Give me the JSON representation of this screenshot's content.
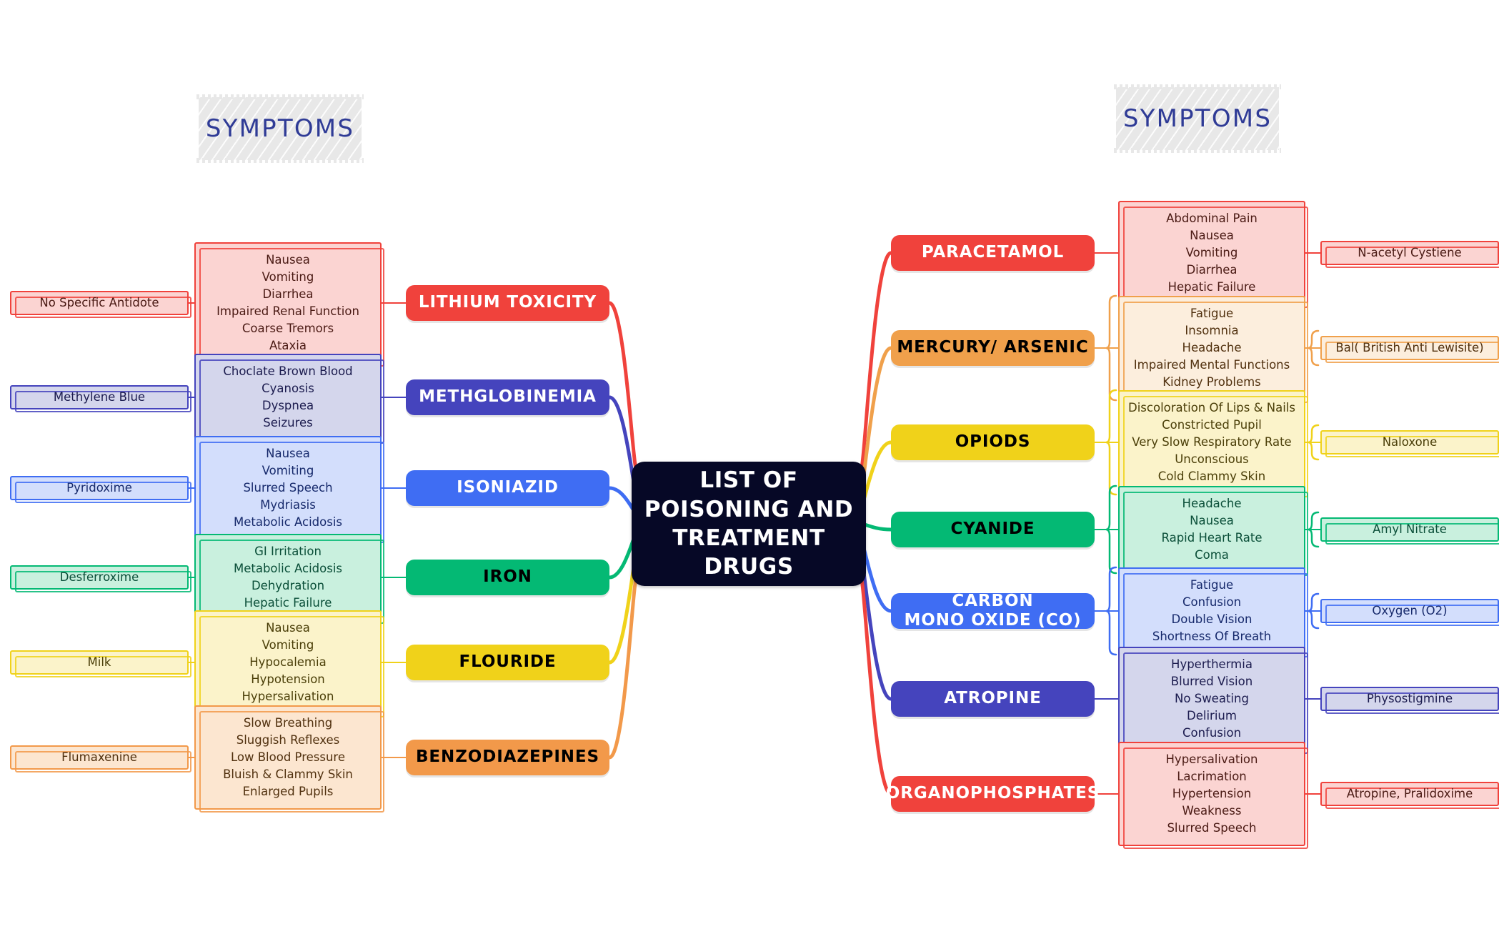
{
  "title": "LIST OF\nPOISONING AND\nTREATMENT\nDRUGS",
  "center": {
    "lines": [
      "LIST OF",
      "POISONING AND",
      "TREATMENT",
      "DRUGS"
    ],
    "bg": "#060826",
    "text": "#ffffff"
  },
  "headers": {
    "left": "SYMPTOMS",
    "right": "SYMPTOMS"
  },
  "left_branches": [
    {
      "name": "LITHIUM TOXICITY",
      "color": "#f0423c",
      "pill_text": "#ffffff",
      "sym_bg": "#fbd4d2",
      "sym_border": "#f0423c",
      "sym_text": "#4a1a14",
      "symptoms": [
        "Nausea",
        "Vomiting",
        "Diarrhea",
        "Impaired Renal Function",
        "Coarse Tremors",
        "Ataxia"
      ],
      "antidote": "No Specific Antidote",
      "ant_bg": "#fbd4d2",
      "ant_border": "#f0423c",
      "ant_text": "#4a1a14"
    },
    {
      "name": "METHGLOBINEMIA",
      "color": "#4544bd",
      "pill_text": "#ffffff",
      "sym_bg": "#d4d6ec",
      "sym_border": "#4544bd",
      "sym_text": "#1b1b4e",
      "symptoms": [
        "Choclate Brown Blood",
        "Cyanosis",
        "Dyspnea",
        "Seizures"
      ],
      "antidote": "Methylene Blue",
      "ant_bg": "#d4d6ec",
      "ant_border": "#4544bd",
      "ant_text": "#1b1b4e"
    },
    {
      "name": "ISONIAZID",
      "color": "#3f6df3",
      "pill_text": "#ffffff",
      "sym_bg": "#d3defc",
      "sym_border": "#3f6df3",
      "sym_text": "#16296b",
      "symptoms": [
        "Nausea",
        "Vomiting",
        "Slurred Speech",
        "Mydriasis",
        "Metabolic Acidosis"
      ],
      "antidote": "Pyridoxime",
      "ant_bg": "#d3defc",
      "ant_border": "#3f6df3",
      "ant_text": "#16296b"
    },
    {
      "name": "IRON",
      "color": "#04b974",
      "pill_text": "#000000",
      "sym_bg": "#c9f0de",
      "sym_border": "#04b974",
      "sym_text": "#0a4e38",
      "symptoms": [
        "GI Irritation",
        "Metabolic Acidosis",
        "Dehydration",
        "Hepatic Failure"
      ],
      "antidote": "Desferroxime",
      "ant_bg": "#c9f0de",
      "ant_border": "#04b974",
      "ant_text": "#0a4e38"
    },
    {
      "name": "FLOURIDE",
      "color": "#f0d21a",
      "pill_text": "#000000",
      "sym_bg": "#fbf3ca",
      "sym_border": "#f0d21a",
      "sym_text": "#4a3e08",
      "symptoms": [
        "Nausea",
        "Vomiting",
        "Hypocalemia",
        "Hypotension",
        "Hypersalivation"
      ],
      "antidote": "Milk",
      "ant_bg": "#fbf3ca",
      "ant_border": "#f0d21a",
      "ant_text": "#4a3e08"
    },
    {
      "name": "BENZODIAZEPINES",
      "color": "#f2994a",
      "pill_text": "#000000",
      "sym_bg": "#fce6d0",
      "sym_border": "#f2994a",
      "sym_text": "#50300e",
      "symptoms": [
        "Slow Breathing",
        "Sluggish Reflexes",
        "Low Blood Pressure",
        "Bluish & Clammy Skin",
        "Enlarged Pupils"
      ],
      "antidote": "Flumaxenine",
      "ant_bg": "#fce6d0",
      "ant_border": "#f2994a",
      "ant_text": "#50300e"
    }
  ],
  "right_branches": [
    {
      "name": "PARACETAMOL",
      "color": "#f0423c",
      "pill_text": "#ffffff",
      "sym_bg": "#fbd4d2",
      "sym_border": "#f0423c",
      "sym_text": "#4a1a14",
      "symptoms": [
        "Abdominal Pain",
        "Nausea",
        "Vomiting",
        "Diarrhea",
        "Hepatic Failure"
      ],
      "antidote": "N-acetyl Cystiene",
      "ant_bg": "#fbd4d2",
      "ant_border": "#f0423c",
      "ant_text": "#4a1a14",
      "brace": false
    },
    {
      "name": "MERCURY/ ARSENIC",
      "color": "#f0a04b",
      "pill_text": "#000000",
      "sym_bg": "#fceedd",
      "sym_border": "#f0a04b",
      "sym_text": "#50300e",
      "symptoms": [
        "Fatigue",
        "Insomnia",
        "Headache",
        "Impaired Mental Functions",
        "Kidney Problems"
      ],
      "antidote": "Bal( British Anti Lewisite)",
      "ant_bg": "#fceedd",
      "ant_border": "#f0a04b",
      "ant_text": "#50300e",
      "brace": true
    },
    {
      "name": "OPIODS",
      "color": "#f0d21a",
      "pill_text": "#000000",
      "sym_bg": "#fbf3ca",
      "sym_border": "#f0d21a",
      "sym_text": "#4a3e08",
      "symptoms": [
        "Discoloration Of Lips & Nails",
        "Constricted Pupil",
        "Very Slow Respiratory Rate",
        "Unconscious",
        "Cold Clammy Skin"
      ],
      "antidote": "Naloxone",
      "ant_bg": "#fbf3ca",
      "ant_border": "#f0d21a",
      "ant_text": "#4a3e08",
      "brace": true
    },
    {
      "name": "CYANIDE",
      "color": "#04b974",
      "pill_text": "#000000",
      "sym_bg": "#c9f0de",
      "sym_border": "#04b974",
      "sym_text": "#0a4e38",
      "symptoms": [
        "Headache",
        "Nausea",
        "Rapid Heart Rate",
        "Coma"
      ],
      "antidote": "Amyl Nitrate",
      "ant_bg": "#c9f0de",
      "ant_border": "#04b974",
      "ant_text": "#0a4e38",
      "brace": true
    },
    {
      "name": "CARBON\nMONO OXIDE (CO)",
      "color": "#3f6df3",
      "pill_text": "#ffffff",
      "sym_bg": "#d3defc",
      "sym_border": "#3f6df3",
      "sym_text": "#16296b",
      "symptoms": [
        "Fatigue",
        "Confusion",
        "Double Vision",
        "Shortness Of Breath"
      ],
      "antidote": "Oxygen (O2)",
      "ant_bg": "#d3defc",
      "ant_border": "#3f6df3",
      "ant_text": "#16296b",
      "brace": true
    },
    {
      "name": "ATROPINE",
      "color": "#4544bd",
      "pill_text": "#ffffff",
      "sym_bg": "#d4d6ec",
      "sym_border": "#4544bd",
      "sym_text": "#1b1b4e",
      "symptoms": [
        "Hyperthermia",
        "Blurred Vision",
        "No Sweating",
        "Delirium",
        "Confusion"
      ],
      "antidote": "Physostigmine",
      "ant_bg": "#d4d6ec",
      "ant_border": "#4544bd",
      "ant_text": "#1b1b4e",
      "brace": false
    },
    {
      "name": "ORGANOPHOSPHATES",
      "color": "#f0423c",
      "pill_text": "#ffffff",
      "sym_bg": "#fbd4d2",
      "sym_border": "#f0423c",
      "sym_text": "#4a1a14",
      "symptoms": [
        "Hypersalivation",
        "Lacrimation",
        "Hypertension",
        "Weakness",
        "Slurred Speech"
      ],
      "antidote": "Atropine, Pralidoxime",
      "ant_bg": "#fbd4d2",
      "ant_border": "#f0423c",
      "ant_text": "#4a1a14",
      "brace": false
    }
  ]
}
